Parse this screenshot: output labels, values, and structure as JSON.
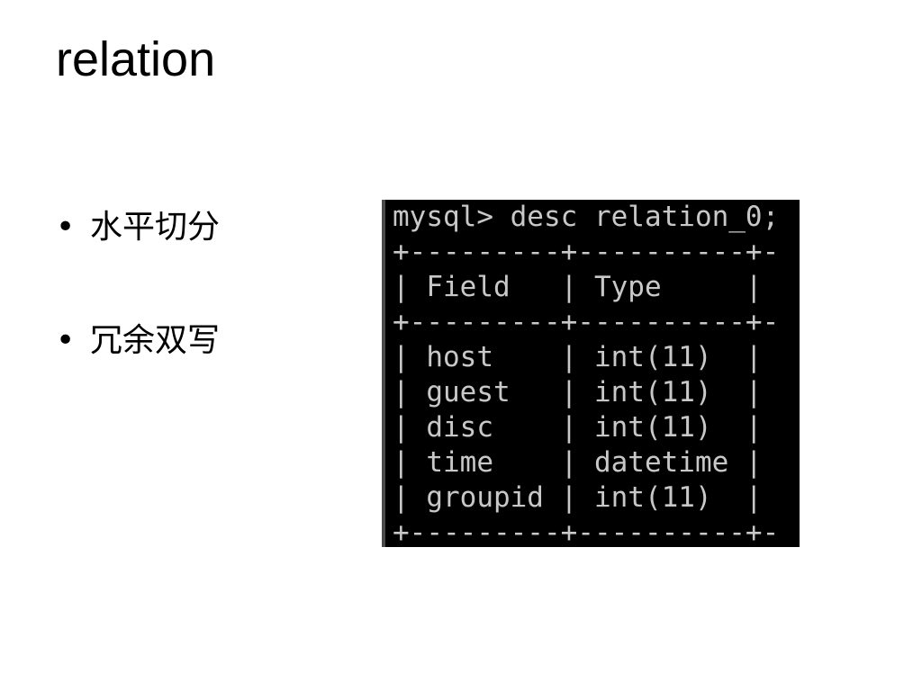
{
  "slide": {
    "title": "relation",
    "bullets": [
      "水平切分",
      "冗余双写"
    ],
    "bullet_symbol": "•"
  },
  "terminal": {
    "background": "#000000",
    "text_color": "#c8c8c8",
    "lines": [
      "mysql> desc relation_0;",
      "+---------+----------+-",
      "| Field   | Type     |",
      "+---------+----------+-",
      "| host    | int(11)  |",
      "| guest   | int(11)  |",
      "| disc    | int(11)  |",
      "| time    | datetime |",
      "| groupid | int(11)  |",
      "+---------+----------+-"
    ]
  }
}
